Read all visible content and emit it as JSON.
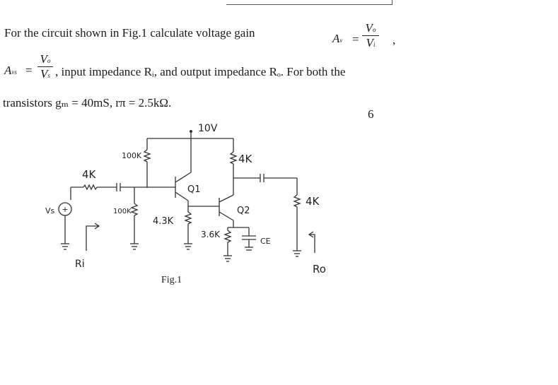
{
  "question": {
    "line1": "For the circuit shown in Fig.1 calculate voltage gain",
    "av_symbol": "A",
    "av_sub": "v",
    "equals": "=",
    "vo_num": "V",
    "vo_sub": "o",
    "vi_den": "V",
    "vi_sub": "i",
    "comma1": ",",
    "avs_symbol": "A",
    "avs_sub": "vs",
    "vs_den": "V",
    "vs_sub": "s",
    "line2_rest": ", input impedance Rᵢ, and output impedance Rₒ. For both the",
    "line3": "transistors gₘ = 40mS, rπ = 2.5kΩ.",
    "marks": "6"
  },
  "circuit": {
    "supply": "10V",
    "r_source": "4K",
    "r_bias_top": "100K",
    "r_bias_bottom": "100K",
    "r_emitter1": "4.3K",
    "r_collector2": "4K",
    "r_emitter2": "3.6K",
    "cap_emitter": "CE",
    "r_load": "4K",
    "q1": "Q1",
    "q2": "Q2",
    "source": "Vs",
    "ri": "Ri",
    "ro": "Ro",
    "caption": "Fig.1"
  }
}
